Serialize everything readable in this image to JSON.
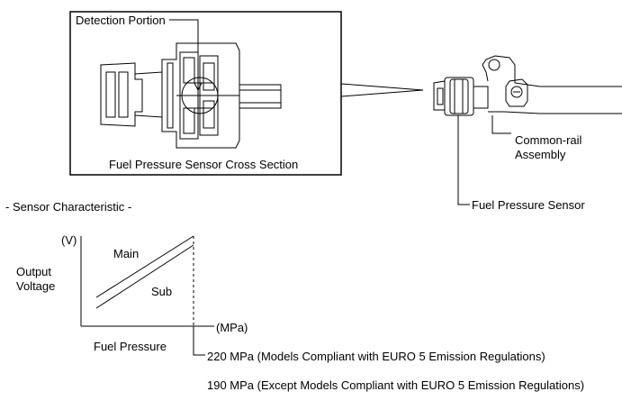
{
  "cross_section": {
    "detection_label": "Detection Portion",
    "caption": "Fuel Pressure Sensor Cross Section"
  },
  "assembly": {
    "common_rail_label_line1": "Common-rail",
    "common_rail_label_line2": "Assembly",
    "sensor_label": "Fuel Pressure Sensor"
  },
  "characteristic": {
    "heading": "- Sensor Characteristic -",
    "y_unit": "(V)",
    "y_label_line1": "Output",
    "y_label_line2": "Voltage",
    "x_unit": "(MPa)",
    "x_label": "Fuel Pressure",
    "series": [
      "Main",
      "Sub"
    ],
    "notes": [
      "220 MPa (Models Compliant with EURO 5 Emission Regulations)",
      "190 MPa (Except Models Compliant with EURO 5 Emission Regulations)"
    ]
  }
}
